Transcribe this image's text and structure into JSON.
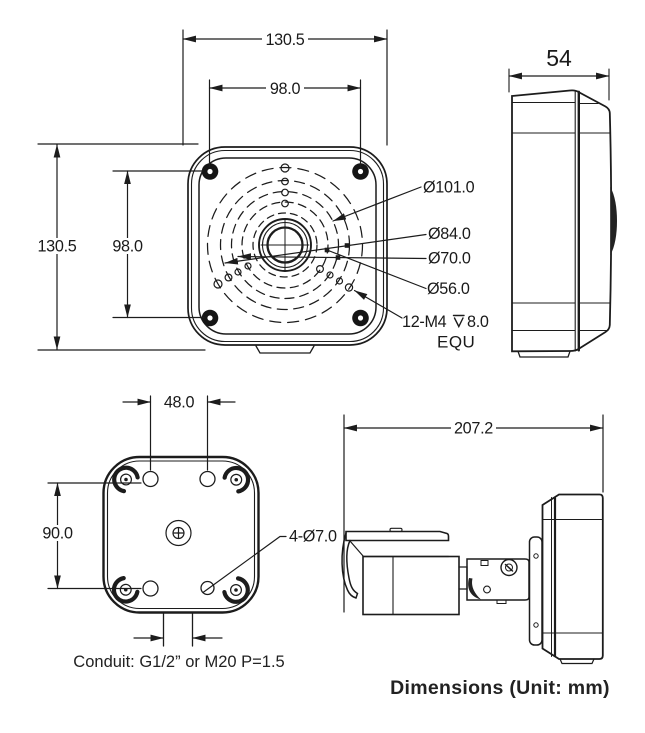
{
  "page": {
    "background": "#ffffff",
    "ink": "#1c1c1c"
  },
  "caption": "Dimensions (Unit: mm)",
  "front_view": {
    "dims": {
      "width_outer": "130.5",
      "width_inner": "98.0",
      "height_outer": "130.5",
      "height_inner": "98.0"
    },
    "callouts": {
      "circle1": "Ø101.0",
      "circle2": "Ø84.0",
      "circle3": "Ø70.0",
      "circle4": "Ø56.0",
      "thread_prefix": "12-M4",
      "thread_depth": "8.0",
      "thread_note": "EQU"
    }
  },
  "side_view": {
    "dims": {
      "depth": "54"
    }
  },
  "rear_view": {
    "dims": {
      "hole_spacing_h": "48.0",
      "hole_spacing_v": "90.0"
    },
    "callouts": {
      "mount_holes": "4-Ø7.0"
    },
    "note": "Conduit: G1/2” or M20 P=1.5"
  },
  "camera_view": {
    "dims": {
      "length": "207.2"
    }
  }
}
